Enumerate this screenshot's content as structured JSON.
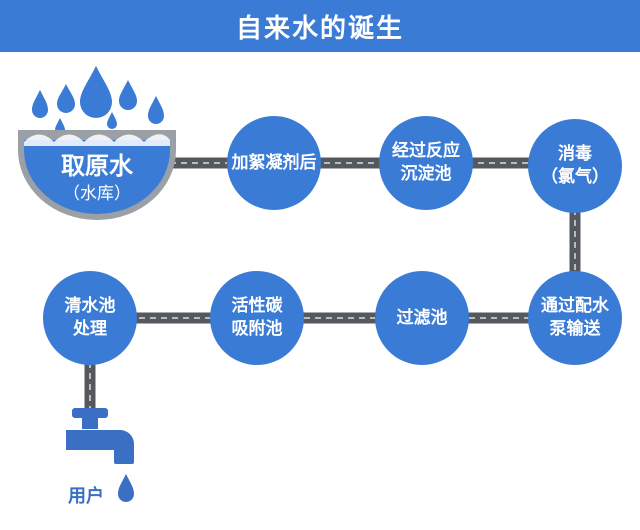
{
  "title": "自来水的诞生",
  "colors": {
    "banner": "#3a7bd5",
    "circle": "#3a7bd5",
    "water": "#3a7bd5",
    "pipe": "#55595e",
    "pipe_dash": "#b8bcc0",
    "faucet": "#3a6fc4"
  },
  "source": {
    "name": "取原水",
    "sub": "（水库）"
  },
  "steps": [
    {
      "lines": [
        "加絮凝剂后"
      ]
    },
    {
      "lines": [
        "经过反应",
        "沉淀池"
      ]
    },
    {
      "lines": [
        "消毒",
        "（氯气）"
      ]
    },
    {
      "lines": [
        "通过配水",
        "泵输送"
      ]
    },
    {
      "lines": [
        "过滤池"
      ]
    },
    {
      "lines": [
        "活性碳",
        "吸附池"
      ]
    },
    {
      "lines": [
        "清水池",
        "处理"
      ]
    }
  ],
  "end": {
    "label": "用户",
    "icon": "faucet-icon"
  }
}
